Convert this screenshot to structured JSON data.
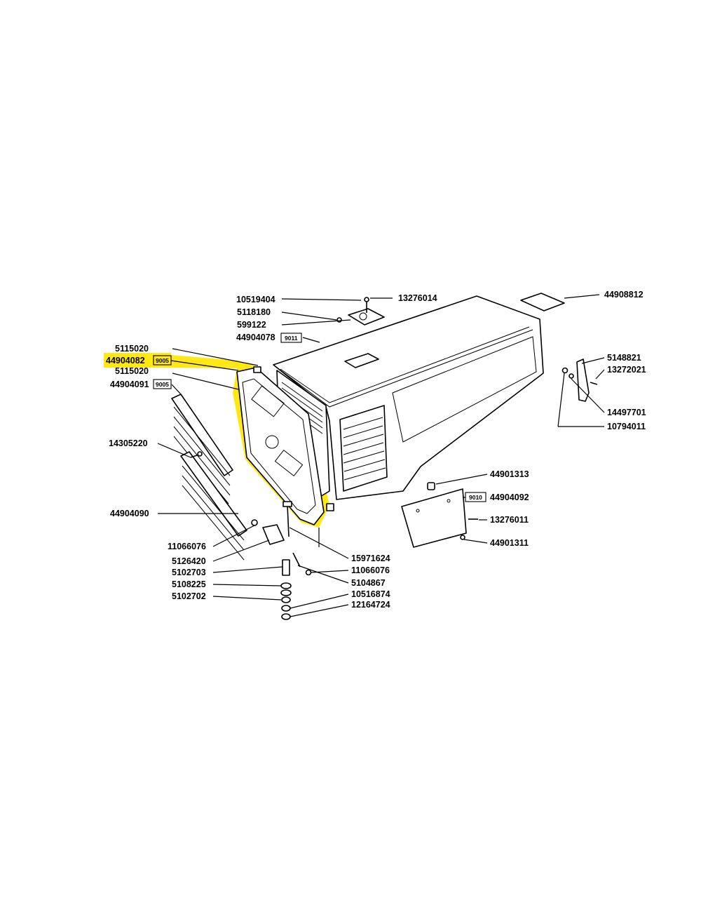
{
  "highlight_color": "#ffe600",
  "parts": {
    "p10519404": "10519404",
    "p13276014": "13276014",
    "p5118180": "5118180",
    "p599122": "599122",
    "p44904078": "44904078",
    "c9011": "9011",
    "p44908812": "44908812",
    "p5115020a": "5115020",
    "p44904082": "44904082",
    "c9005a": "9005",
    "p5115020b": "5115020",
    "p44904091": "44904091",
    "c9005b": "9005",
    "p14305220": "14305220",
    "p44904090": "44904090",
    "p5148821": "5148821",
    "p13272021": "13272021",
    "p14497701": "14497701",
    "p10794011": "10794011",
    "p44901313": "44901313",
    "c9010": "9010",
    "p44904092": "44904092",
    "p13276011": "13276011",
    "p44901311": "44901311",
    "p11066076a": "11066076",
    "p5126420": "5126420",
    "p15971624": "15971624",
    "p11066076b": "11066076",
    "p5102703": "5102703",
    "p5104867": "5104867",
    "p5108225": "5108225",
    "p10516874": "10516874",
    "p5102702": "5102702",
    "p12164724": "12164724"
  }
}
